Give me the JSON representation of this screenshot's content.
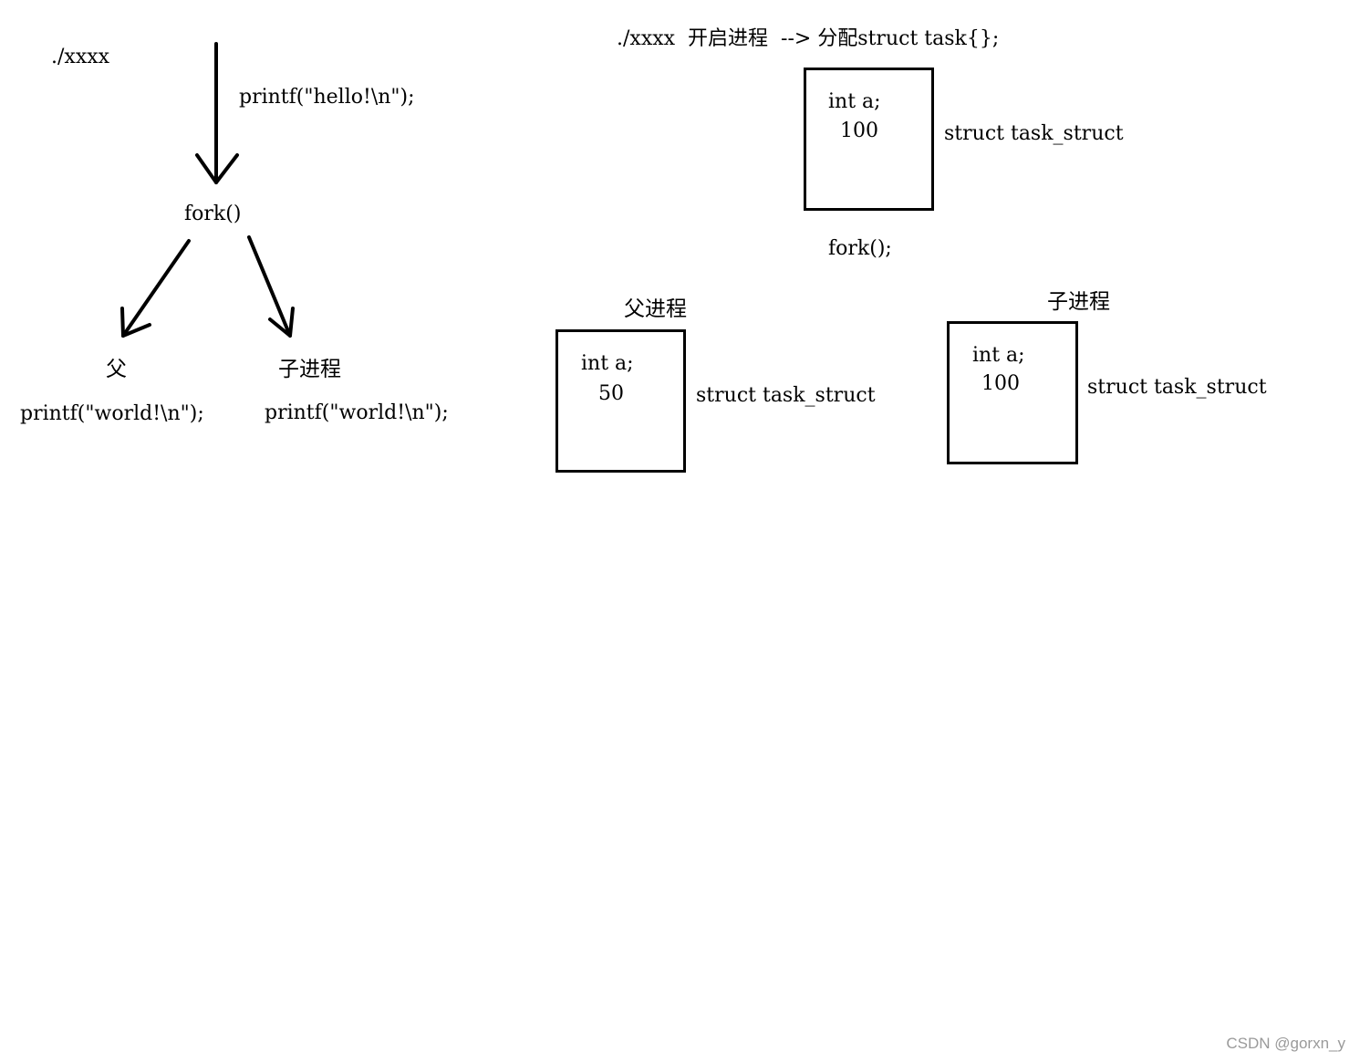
{
  "left": {
    "exec": "./xxxx",
    "printf_hello": "printf(\"hello!\\n\");",
    "fork": "fork()",
    "parent_label": "父",
    "child_label": "子进程",
    "parent_printf": "printf(\"world!\\n\");",
    "child_printf": "printf(\"world!\\n\");"
  },
  "right": {
    "header": "./xxxx  开启进程  --> 分配struct task{};",
    "top_box": {
      "decl": "int a;",
      "value": "100",
      "caption": "struct task_struct"
    },
    "fork": "fork();",
    "parent": {
      "title": "父进程",
      "decl": "int a;",
      "value": "50",
      "caption": "struct task_struct"
    },
    "child": {
      "title": "子进程",
      "decl": "int a;",
      "value": "100",
      "caption": "struct task_struct"
    }
  },
  "watermark": "CSDN @gorxn_y"
}
